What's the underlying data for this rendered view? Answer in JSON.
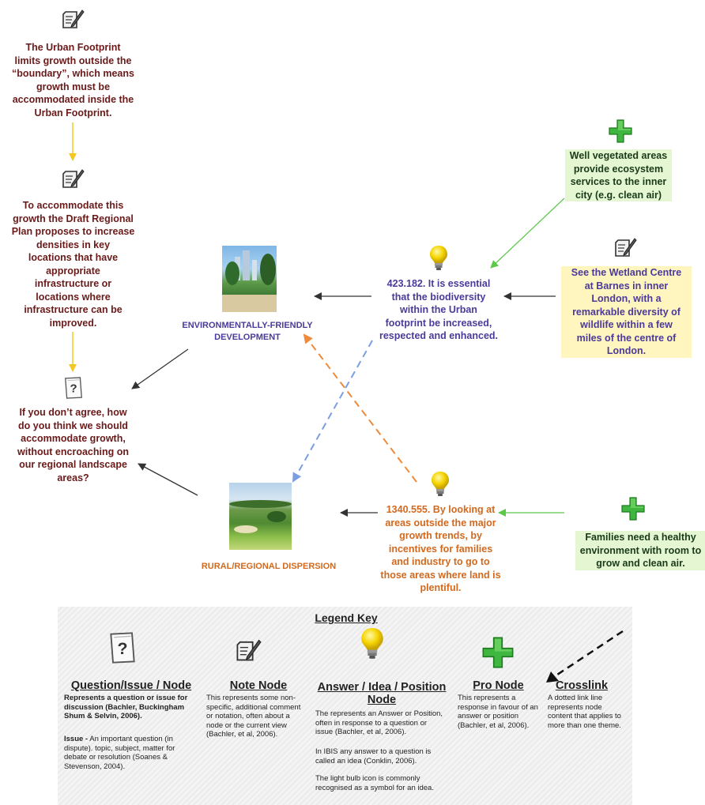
{
  "colors": {
    "maroon": "#6b1a1a",
    "purple": "#4b3a9a",
    "orange": "#d2691e",
    "green_plus": "#3fb63f",
    "bulb_yellow": "#f5d400",
    "link_yellow": "#f2c81e",
    "link_green": "#5cc84a",
    "link_orange": "#ef8a3a",
    "link_blue": "#7b9ee0"
  },
  "nodes": {
    "note1": {
      "icon": "note-icon",
      "text": "The Urban Footprint\nlimits growth outside the\n“boundary”, which means\ngrowth must be\naccommodated inside the\nUrban Footprint."
    },
    "note2": {
      "icon": "note-icon",
      "text": "To accommodate this\ngrowth the Draft Regional\nPlan proposes to increase\ndensities in key\nlocations that have\nappropriate\ninfrastructure or\nlocations where\ninfrastructure can be\nimproved."
    },
    "question": {
      "icon": "question-icon",
      "text": "If you don’t agree, how\ndo you think we should\naccommodate growth,\nwithout encroaching on\nour regional landscape\nareas?"
    },
    "env_dev": {
      "icon": "city-photo",
      "label": "ENVIRONMENTALLY-FRIENDLY\nDEVELOPMENT"
    },
    "rural": {
      "icon": "golf-course-photo",
      "label": "RURAL/REGIONAL DISPERSION"
    },
    "idea1": {
      "icon": "lightbulb-icon",
      "text": "423.182. It is essential\nthat the biodiversity\nwithin the Urban\nfootprint be increased,\nrespected and enhanced."
    },
    "idea2": {
      "icon": "lightbulb-icon",
      "text": "1340.555. By looking at\nareas outside the major\ngrowth trends, by\nincentives for families\nand industry to go to\nthose areas where land is\nplentiful."
    },
    "pro1": {
      "icon": "plus-icon",
      "text": "Well vegetated areas\nprovide ecosystem\nservices to the inner\ncity (e.g. clean air)"
    },
    "note3": {
      "icon": "note-icon",
      "text": "See the Wetland Centre\nat Barnes in inner\nLondon, with a\nremarkable diversity of\nwildlife within a few\nmiles of the centre of\nLondon."
    },
    "pro2": {
      "icon": "plus-icon",
      "text": "Families need a healthy\nenvironment with room to\ngrow and clean air."
    }
  },
  "legend": {
    "title": "Legend Key",
    "items": [
      {
        "icon": "question-icon",
        "heading": "Question/Issue / Node",
        "body": "Represents a question or issue for discussion (Bachler, Buckingham Shum & Selvin, 2006).",
        "body_term": "Issue -",
        "body2": "An important question (in dispute). topic, subject, matter for debate or resolution (Soanes & Stevenson, 2004)."
      },
      {
        "icon": "note-icon",
        "heading": "Note Node",
        "body": "This represents some non-specific, additional comment or notation, often about a node or the current view (Bachler, et al, 2006)."
      },
      {
        "icon": "lightbulb-icon",
        "heading": "Answer / Idea / Position Node",
        "body": "The represents an Answer or Position, often in response to a question or issue (Bachler, et al, 2006).",
        "body2": "In IBIS any answer to a question is called an idea (Conklin, 2006).",
        "body3": "The light bulb icon is commonly recognised as a symbol for an idea."
      },
      {
        "icon": "plus-icon",
        "heading": "Pro Node",
        "body": "This represents a response in favour of an answer or position (Bachler, et al, 2006)."
      },
      {
        "icon": "dashed-arrow-icon",
        "heading": "Crosslink",
        "body": "A dotted link line represents node content that applies to more than one theme."
      }
    ]
  }
}
